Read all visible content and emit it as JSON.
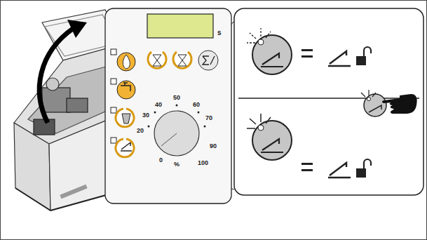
{
  "diagram": {
    "labels": [
      "s",
      "40",
      "50",
      "60",
      "30",
      "70",
      "20",
      "0",
      "%",
      "100",
      "90"
    ]
  }
}
